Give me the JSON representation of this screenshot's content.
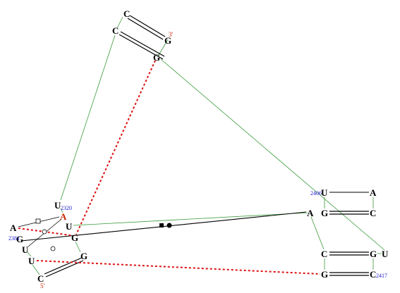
{
  "nucleotides": {
    "c_top": "C",
    "c_upper": "C",
    "g_upper": "G",
    "g_top_right": "G",
    "u_2320": "U",
    "a_red": "A",
    "a_left": "A",
    "g_2381": "G",
    "u_mid": "U",
    "u_left": "U",
    "g_mid": "G",
    "g_lower": "G",
    "u_lower": "U",
    "c_bottom": "C",
    "u_2406": "U",
    "a_right": "A",
    "a_center": "A",
    "g_right": "G",
    "c_right": "C",
    "c_low_right": "C",
    "g_low_right": "G",
    "u_far_right": "U",
    "g_bottom_right": "G",
    "c_2417": "C"
  },
  "numbers": {
    "n2320": "2320",
    "n2381": "2381",
    "n2406": "2406",
    "n2417": "2417"
  },
  "ends": {
    "three_prime": "3'",
    "five_prime": "5'"
  },
  "colors": {
    "backbone": "#3a9a3a",
    "tertiary": "#dd1111",
    "pair": "#000000",
    "number": "#1a1acc",
    "end_label": "#cc2200"
  }
}
